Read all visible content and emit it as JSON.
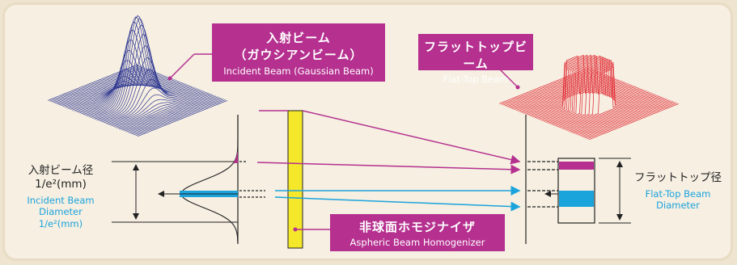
{
  "incident_box": {
    "title_jp_line1": "入射ビーム",
    "title_jp_line2": "（ガウシアンビーム）",
    "title_en": "Incident Beam (Gaussian Beam)"
  },
  "flattop_box": {
    "title_jp": "フラットトップビーム",
    "title_en": "Flat-Top Beam"
  },
  "homogenizer_box": {
    "title_jp": "非球面ホモジナイザ",
    "title_en": "Aspheric Beam Homogenizer"
  },
  "incident_diameter": {
    "jp": "入射ビーム径",
    "unit": "1/e²(mm)",
    "en_line1": "Incident Beam",
    "en_line2": "Diameter",
    "en_unit": "1/e²(mm)"
  },
  "flattop_diameter": {
    "jp": "フラットトップ径",
    "en_line1": "Flat-Top Beam",
    "en_line2": "Diameter"
  },
  "colors": {
    "magenta": "#b5308f",
    "cyan": "#1ba3dc",
    "yellow": "#f5e82a",
    "gaussian_mesh": "#2c3590",
    "flattop_mesh": "#e0202a"
  }
}
